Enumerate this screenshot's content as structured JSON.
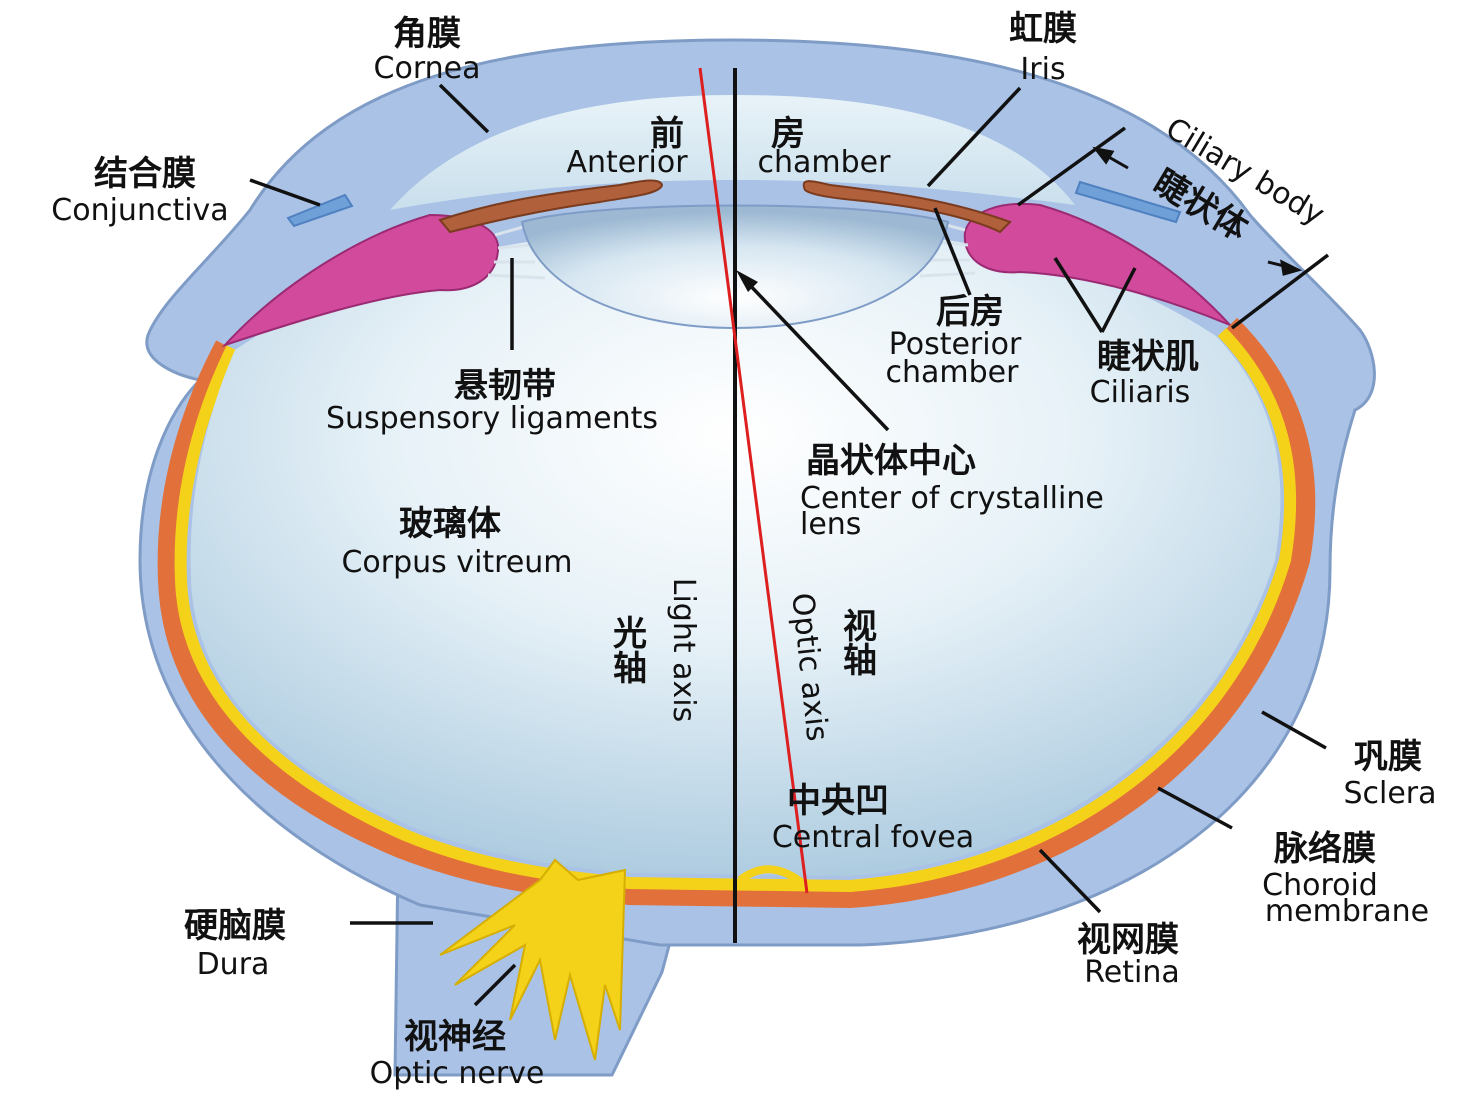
{
  "labels": {
    "cornea": {
      "zh": "角膜",
      "en": "Cornea"
    },
    "iris": {
      "zh": "虹膜",
      "en": "Iris"
    },
    "conjunctiva": {
      "zh": "结合膜",
      "en": "Conjunctiva"
    },
    "anterior_chamber": {
      "zh_1": "前",
      "en_1": "Anterior",
      "zh_2": "房",
      "en_2": "chamber"
    },
    "ciliary_body": {
      "en": "Ciliary body",
      "zh": "睫状体"
    },
    "suspensory_ligaments": {
      "zh": "悬韧带",
      "en": "Suspensory ligaments"
    },
    "posterior_chamber": {
      "zh": "后房",
      "en_1": "Posterior",
      "en_2": "chamber"
    },
    "ciliaris": {
      "zh": "睫状肌",
      "en": "Ciliaris"
    },
    "lens_center": {
      "zh": "晶状体中心",
      "en_1": "Center of crystalline",
      "en_2": "lens"
    },
    "corpus_vitreum": {
      "zh": "玻璃体",
      "en": "Corpus vitreum"
    },
    "light_axis": {
      "zh": "光轴",
      "en": "Light axis"
    },
    "optic_axis": {
      "zh": "视轴",
      "en": "Optic axis"
    },
    "sclera": {
      "zh": "巩膜",
      "en": "Sclera"
    },
    "central_fovea": {
      "zh": "中央凹",
      "en": "Central fovea"
    },
    "choroid": {
      "zh": "脉络膜",
      "en_1": "Choroid",
      "en_2": "membrane"
    },
    "dura": {
      "zh": "硬脑膜",
      "en": "Dura"
    },
    "retina": {
      "zh": "视网膜",
      "en": "Retina"
    },
    "optic_nerve": {
      "zh": "视神经",
      "en": "Optic nerve"
    }
  },
  "colors": {
    "sclera": "#a9c2e6",
    "retina": "#f5d21a",
    "choroid": "#e2703a",
    "iris": "#b0603a",
    "ciliary": "#d24a9c",
    "optic_axis_line": "#dd1f1f",
    "light_axis_line": "#111111"
  }
}
